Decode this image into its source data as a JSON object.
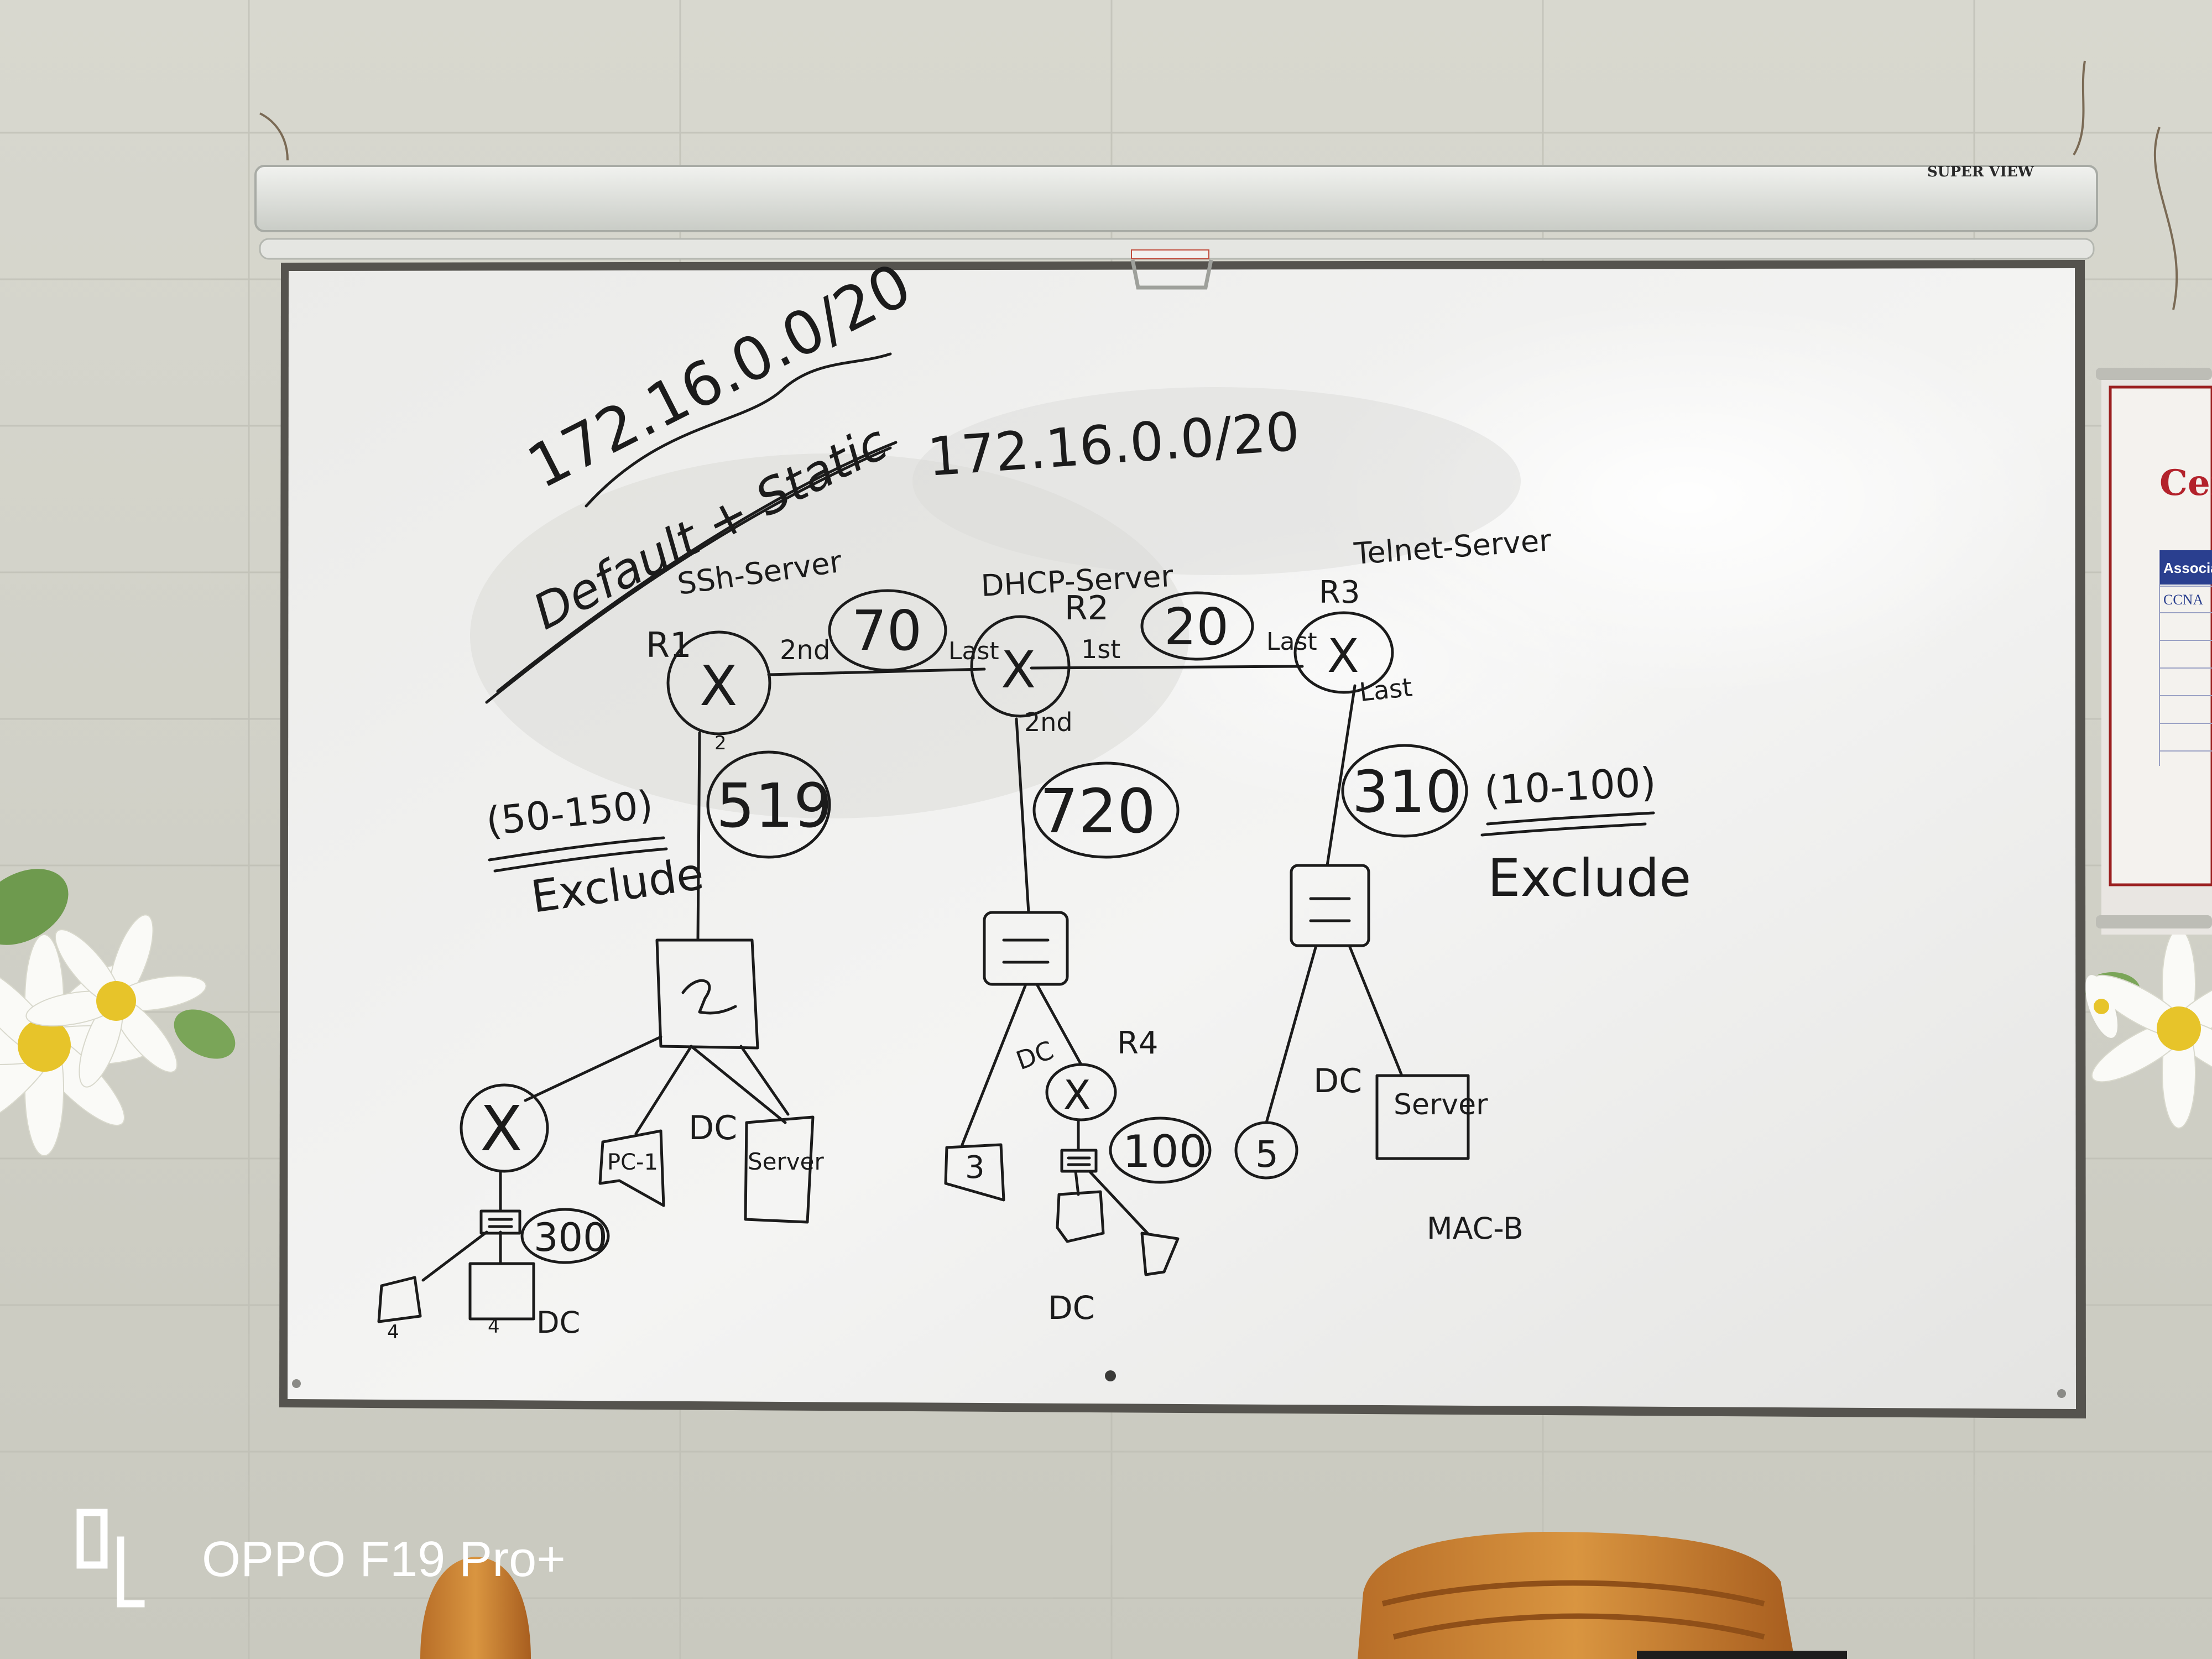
{
  "projector_brand": "SUPER VIEW",
  "poster": {
    "heading": "Cert",
    "col_header": "Associat",
    "row_1": "CCNA"
  },
  "watermark": {
    "label": "OPPO F19 Pro+"
  },
  "board": {
    "network_1": "172.16.0.0/20",
    "network_2": "172.16.0.0/20",
    "routing_note": "Default + Static",
    "routers": {
      "r1": {
        "label": "R1",
        "role": "SSh-Server",
        "glyph": "X",
        "port_label": "2"
      },
      "r2": {
        "label": "R2",
        "role": "DHCP-Server",
        "glyph": "X"
      },
      "r3": {
        "label": "R3",
        "role": "Telnet-Server",
        "glyph": "X"
      },
      "r4": {
        "label": "R4",
        "glyph": "X"
      },
      "r5": {
        "glyph": "X"
      }
    },
    "links": {
      "r1_r2": {
        "vlan": "70",
        "near_r1": "2nd",
        "near_r2": "Last"
      },
      "r2_r3": {
        "vlan": "20",
        "near_r2": "1st",
        "near_r3": "Last"
      },
      "r2_down": {
        "label": "2nd"
      },
      "r3_down": {
        "label": "Last"
      }
    },
    "vlans": {
      "r1_side": "519",
      "r2_side": "720",
      "r3_side": "310",
      "r4_side": "100",
      "r5_side": "300"
    },
    "exclude_left": {
      "range": "(50-150)",
      "word": "Exclude"
    },
    "exclude_right": {
      "range": "(10-100)",
      "word": "Exclude"
    },
    "devices": {
      "pc1": "PC-1",
      "server_left": "Server",
      "dc_left": "DC",
      "dc_bottom_left": "DC",
      "dc_mid": "DC",
      "dc_bottom_mid": "DC",
      "dc_right": "DC",
      "server_right": "Server",
      "pc_3": "3",
      "pc_5": "5",
      "pc_4a": "4",
      "pc_4b": "4"
    },
    "mac_note": "MAC-B"
  }
}
